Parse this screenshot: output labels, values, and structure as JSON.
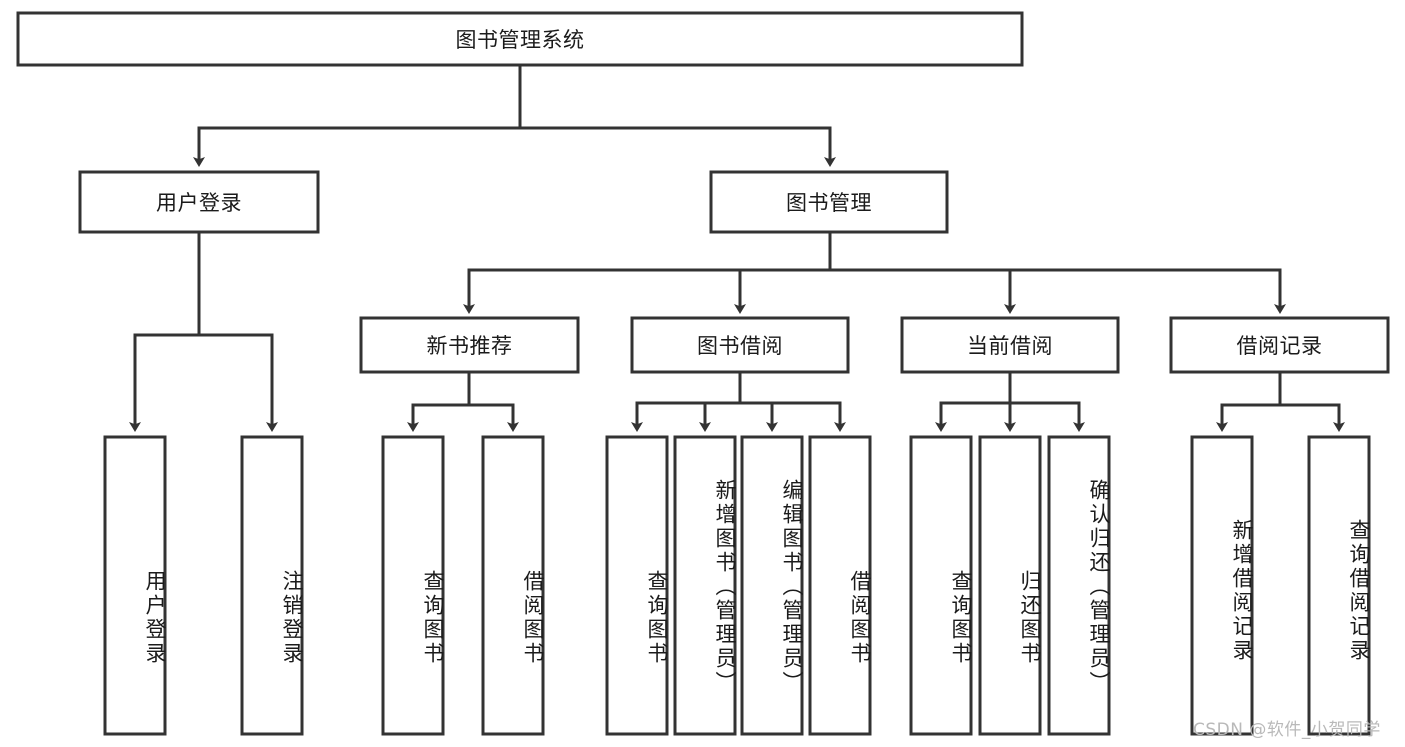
{
  "diagram": {
    "type": "tree-hierarchy",
    "title": "图书管理系统",
    "colors": {
      "stroke": "#333333",
      "box_fill": "#ffffff",
      "text": "#1b1b1b",
      "watermark": "#b9b9b9"
    },
    "levels": {
      "root": {
        "label": "图书管理系统"
      },
      "level2": [
        {
          "label": "用户登录"
        },
        {
          "label": "图书管理"
        }
      ],
      "level3": [
        {
          "label": "新书推荐"
        },
        {
          "label": "图书借阅"
        },
        {
          "label": "当前借阅"
        },
        {
          "label": "借阅记录"
        }
      ],
      "leaves": [
        {
          "label": "用户登录",
          "parent": "用户登录"
        },
        {
          "label": "注销登录",
          "parent": "用户登录"
        },
        {
          "label": "查询图书",
          "parent": "新书推荐"
        },
        {
          "label": "借阅图书",
          "parent": "新书推荐"
        },
        {
          "label": "查询图书",
          "parent": "图书借阅"
        },
        {
          "label": "新增图书（管理员）",
          "parent": "图书借阅"
        },
        {
          "label": "编辑图书（管理员）",
          "parent": "图书借阅"
        },
        {
          "label": "借阅图书",
          "parent": "图书借阅"
        },
        {
          "label": "查询图书",
          "parent": "当前借阅"
        },
        {
          "label": "归还图书",
          "parent": "当前借阅"
        },
        {
          "label": "确认归还（管理员）",
          "parent": "当前借阅"
        },
        {
          "label": "新增借阅记录",
          "parent": "借阅记录"
        },
        {
          "label": "查询借阅记录",
          "parent": "借阅记录"
        }
      ]
    }
  },
  "watermark": {
    "text": "CSDN @软件_小贺同学"
  }
}
